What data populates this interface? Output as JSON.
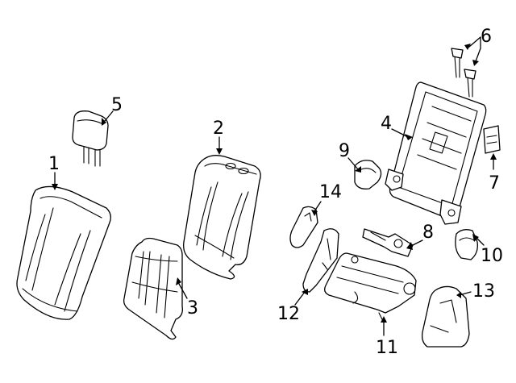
{
  "diagram": {
    "callouts": [
      {
        "id": "1",
        "text": "1"
      },
      {
        "id": "2",
        "text": "2"
      },
      {
        "id": "3",
        "text": "3"
      },
      {
        "id": "4",
        "text": "4"
      },
      {
        "id": "5",
        "text": "5"
      },
      {
        "id": "6",
        "text": "6"
      },
      {
        "id": "7",
        "text": "7"
      },
      {
        "id": "8",
        "text": "8"
      },
      {
        "id": "9",
        "text": "9"
      },
      {
        "id": "10",
        "text": "10"
      },
      {
        "id": "11",
        "text": "11"
      },
      {
        "id": "12",
        "text": "12"
      },
      {
        "id": "13",
        "text": "13"
      },
      {
        "id": "14",
        "text": "14"
      }
    ]
  },
  "colors": {
    "line": "#000000",
    "background": "#ffffff"
  }
}
